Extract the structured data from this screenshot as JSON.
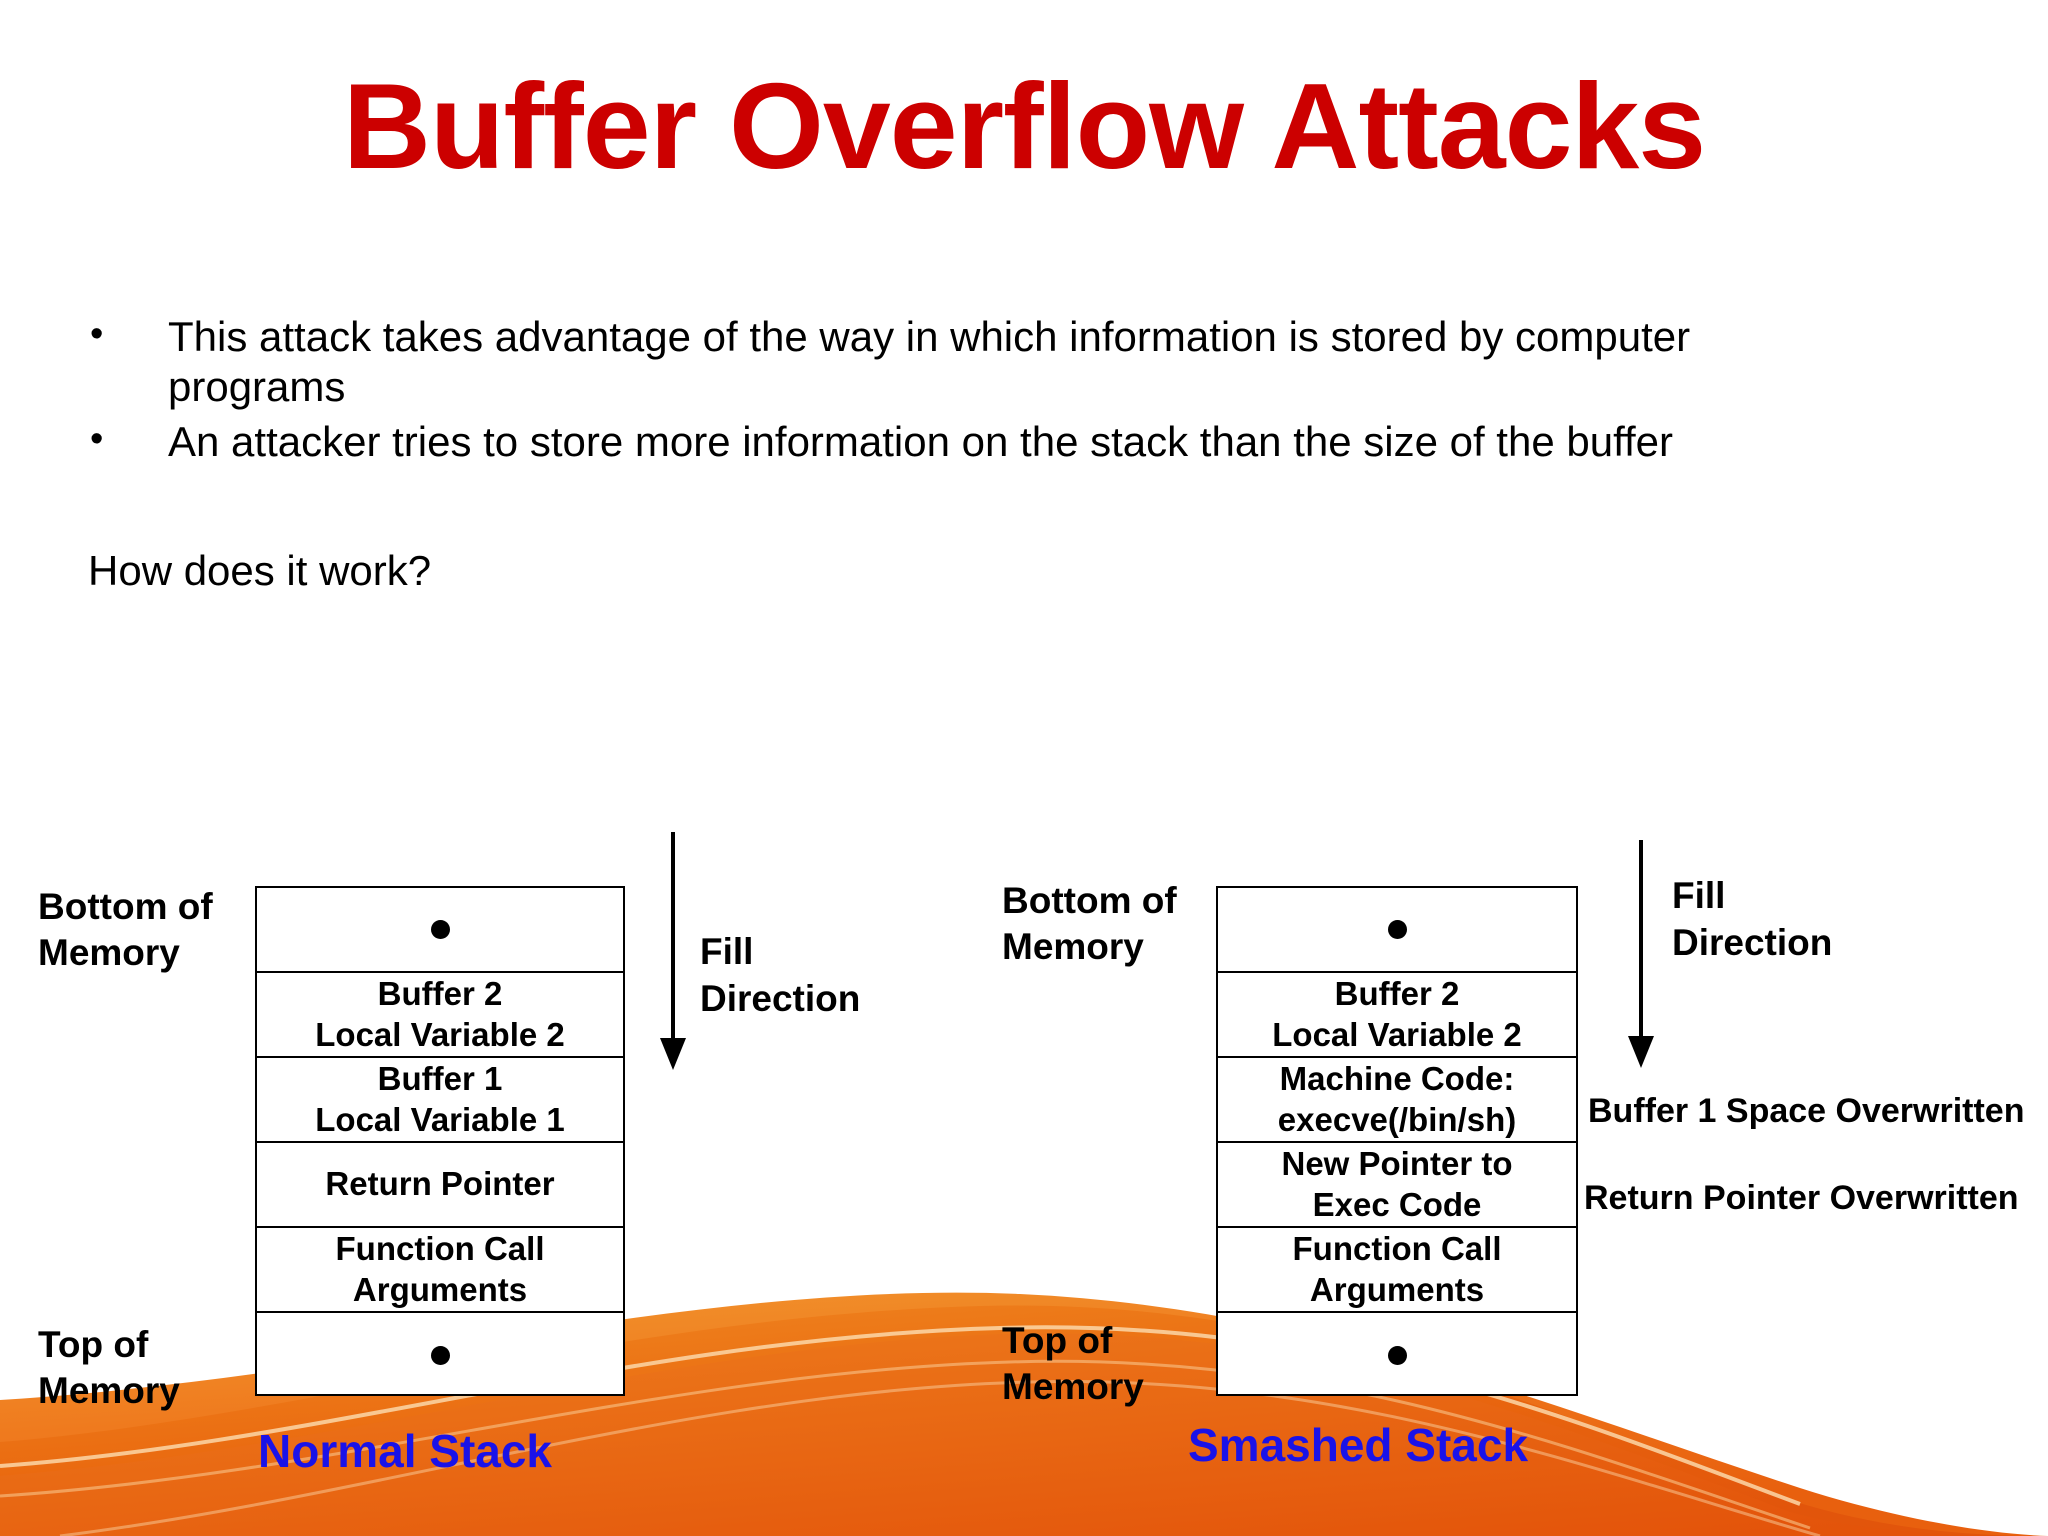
{
  "slide": {
    "title": "Buffer Overflow Attacks",
    "title_color": "#CC0000",
    "background_color": "#FFFFFF",
    "accent_color": "#E8600E"
  },
  "body": {
    "bullet_glyph": "•",
    "bullets": [
      "This attack takes advantage of the way in which information is stored by computer programs",
      "An attacker tries to store more information on the stack than the size of the buffer"
    ],
    "question": "How does it work?"
  },
  "diagrams": {
    "normal": {
      "caption": "Normal Stack",
      "caption_color": "#1A12E8",
      "bottom_label": {
        "line1": "Bottom of",
        "line2": "Memory"
      },
      "top_label": {
        "line1": "Top of",
        "line2": "Memory"
      },
      "fill_direction": {
        "line1": "Fill",
        "line2": "Direction"
      },
      "rows": [
        {
          "line1": "",
          "line2": "",
          "dot": true
        },
        {
          "line1": "Buffer 2",
          "line2": "Local Variable 2",
          "dot": false
        },
        {
          "line1": "Buffer 1",
          "line2": "Local Variable 1",
          "dot": false
        },
        {
          "line1": "Return Pointer",
          "line2": "",
          "dot": false
        },
        {
          "line1": "Function Call",
          "line2": "Arguments",
          "dot": false
        },
        {
          "line1": "",
          "line2": "",
          "dot": true
        }
      ]
    },
    "smashed": {
      "caption": "Smashed Stack",
      "caption_color": "#1A12E8",
      "bottom_label": {
        "line1": "Bottom of",
        "line2": "Memory"
      },
      "top_label": {
        "line1": "Top of",
        "line2": "Memory"
      },
      "fill_direction": {
        "line1": "Fill",
        "line2": "Direction"
      },
      "notes": [
        "Buffer 1 Space Overwritten",
        "Return Pointer Overwritten"
      ],
      "rows": [
        {
          "line1": "",
          "line2": "",
          "dot": true
        },
        {
          "line1": "Buffer 2",
          "line2": "Local Variable 2",
          "dot": false
        },
        {
          "line1": "Machine Code:",
          "line2": "execve(/bin/sh)",
          "dot": false
        },
        {
          "line1": "New Pointer to",
          "line2": "Exec Code",
          "dot": false
        },
        {
          "line1": "Function Call",
          "line2": "Arguments",
          "dot": false
        },
        {
          "line1": "",
          "line2": "",
          "dot": true
        }
      ]
    }
  }
}
